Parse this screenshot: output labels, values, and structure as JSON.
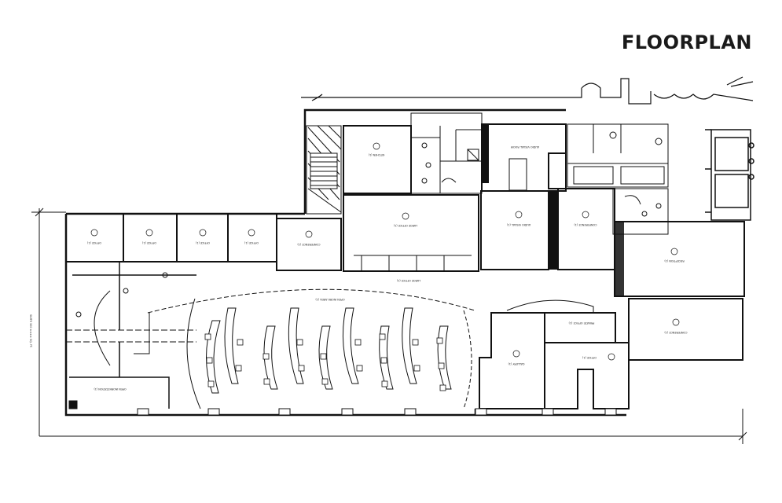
{
  "title": "FLOORPLAN",
  "rooms": [
    {
      "id": "a",
      "label": "KITCHEN (1)"
    },
    {
      "id": "b",
      "label": "OFFICE (1)"
    },
    {
      "id": "c",
      "label": "OFFICE (1)"
    },
    {
      "id": "d",
      "label": "OFFICE (1)"
    },
    {
      "id": "e",
      "label": "OFFICE (1)"
    },
    {
      "id": "f",
      "label": "CONFERENCE (1)"
    },
    {
      "id": "g",
      "label": "LARGE OFFICE (1)"
    },
    {
      "id": "h",
      "label": "AUDIO VISUAL ROOM"
    },
    {
      "id": "i",
      "label": "AUDIO VISUAL (1)"
    },
    {
      "id": "j",
      "label": "CONFERENCE (1)"
    },
    {
      "id": "k",
      "label": "RECEPTION (1)"
    },
    {
      "id": "l",
      "label": "CONFERENCE (1)"
    },
    {
      "id": "m",
      "label": "GALLERY (1)"
    },
    {
      "id": "n",
      "label": "PRIVATE OFFICE (1)"
    },
    {
      "id": "o",
      "label": "OFFICE (1)"
    },
    {
      "id": "p",
      "label": "LARGE OFFICE (1)"
    },
    {
      "id": "q",
      "label": "OPEN WORK AREA (1)"
    },
    {
      "id": "r",
      "label": "OPEN WORKSTATION (1)"
    }
  ],
  "dimension": "SUITE 300 ±±±± SQ. FT."
}
